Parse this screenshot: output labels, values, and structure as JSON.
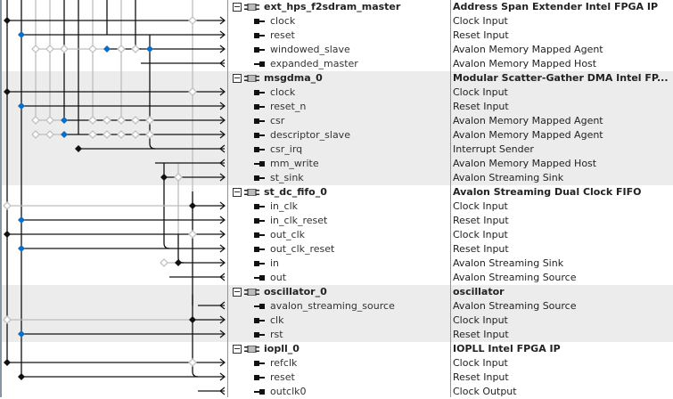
{
  "colors": {
    "accent": "#0a6fc2",
    "shade": "#ececec",
    "separator": "#8796a5"
  },
  "components": [
    {
      "name": "ext_hps_f2sdram_master",
      "description": "Address Span Extender Intel FPGA IP",
      "shaded": false,
      "ports": [
        {
          "name": "clock",
          "description": "Clock Input",
          "direction": "in"
        },
        {
          "name": "reset",
          "description": "Reset Input",
          "direction": "in"
        },
        {
          "name": "windowed_slave",
          "description": "Avalon Memory Mapped Agent",
          "direction": "in"
        },
        {
          "name": "expanded_master",
          "description": "Avalon Memory Mapped Host",
          "direction": "out"
        }
      ]
    },
    {
      "name": "msgdma_0",
      "description": "Modular Scatter-Gather DMA Intel FP...",
      "shaded": true,
      "ports": [
        {
          "name": "clock",
          "description": "Clock Input",
          "direction": "in"
        },
        {
          "name": "reset_n",
          "description": "Reset Input",
          "direction": "in"
        },
        {
          "name": "csr",
          "description": "Avalon Memory Mapped Agent",
          "direction": "in"
        },
        {
          "name": "descriptor_slave",
          "description": "Avalon Memory Mapped Agent",
          "direction": "in"
        },
        {
          "name": "csr_irq",
          "description": "Interrupt Sender",
          "direction": "in"
        },
        {
          "name": "mm_write",
          "description": "Avalon Memory Mapped Host",
          "direction": "out"
        },
        {
          "name": "st_sink",
          "description": "Avalon Streaming Sink",
          "direction": "in"
        }
      ]
    },
    {
      "name": "st_dc_fifo_0",
      "description": "Avalon Streaming Dual Clock FIFO",
      "shaded": false,
      "ports": [
        {
          "name": "in_clk",
          "description": "Clock Input",
          "direction": "in"
        },
        {
          "name": "in_clk_reset",
          "description": "Reset Input",
          "direction": "in"
        },
        {
          "name": "out_clk",
          "description": "Clock Input",
          "direction": "in"
        },
        {
          "name": "out_clk_reset",
          "description": "Reset Input",
          "direction": "in"
        },
        {
          "name": "in",
          "description": "Avalon Streaming Sink",
          "direction": "in"
        },
        {
          "name": "out",
          "description": "Avalon Streaming Source",
          "direction": "out"
        }
      ]
    },
    {
      "name": "oscillator_0",
      "description": "oscillator",
      "shaded": true,
      "ports": [
        {
          "name": "avalon_streaming_source",
          "description": "Avalon Streaming Source",
          "direction": "out"
        },
        {
          "name": "clk",
          "description": "Clock Input",
          "direction": "in"
        },
        {
          "name": "rst",
          "description": "Reset Input",
          "direction": "in"
        }
      ]
    },
    {
      "name": "iopll_0",
      "description": "IOPLL Intel FPGA IP",
      "shaded": false,
      "ports": [
        {
          "name": "refclk",
          "description": "Clock Input",
          "direction": "in"
        },
        {
          "name": "reset",
          "description": "Reset Input",
          "direction": "in"
        },
        {
          "name": "outclk0",
          "description": "Clock Output",
          "direction": "out"
        }
      ]
    }
  ]
}
